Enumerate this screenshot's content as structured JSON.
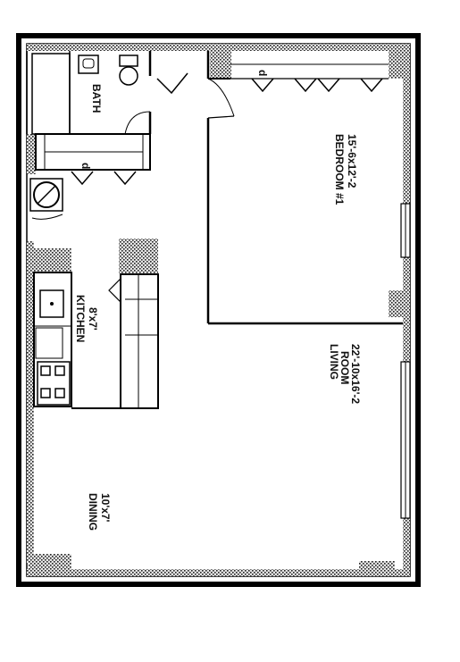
{
  "floorplan": {
    "rooms": [
      {
        "id": "bath",
        "name": "BATH",
        "dims": ""
      },
      {
        "id": "kitchen",
        "name": "KITCHEN",
        "dims": "8'x7'"
      },
      {
        "id": "bedroom",
        "name": "BEDROOM #1",
        "dims": "15'-6x12'-2"
      },
      {
        "id": "living",
        "name": "LIVING",
        "name2": "ROOM",
        "dims": "22'-10x16'-2"
      },
      {
        "id": "dining",
        "name": "DINING",
        "dims": "10'x7'"
      }
    ],
    "closet_mark": "d"
  }
}
